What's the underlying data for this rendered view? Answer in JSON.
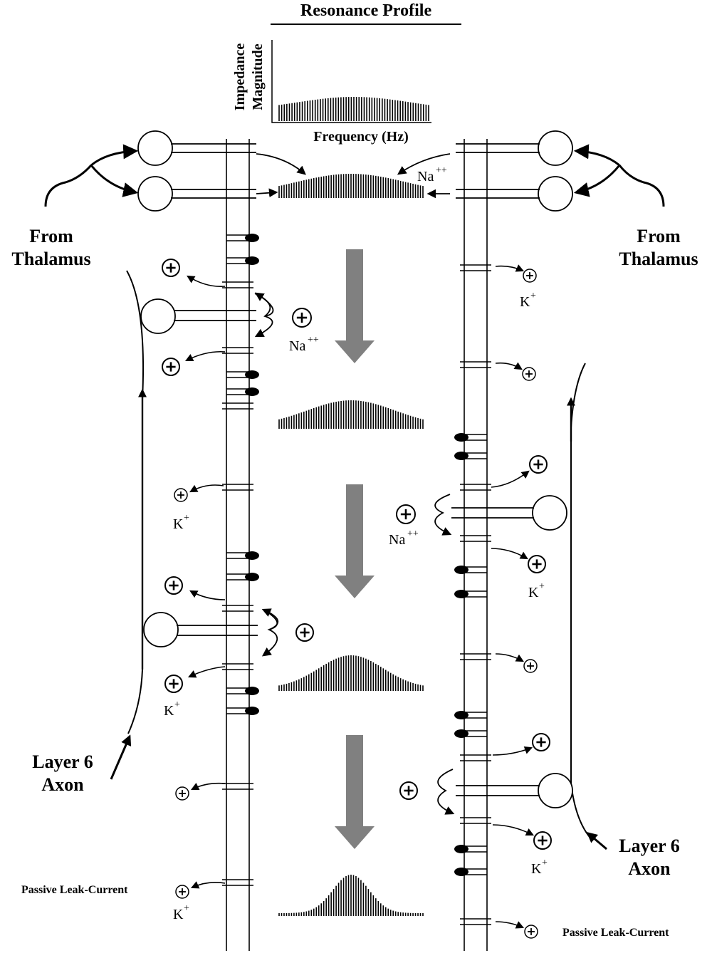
{
  "header": {
    "title": "Resonance Profile",
    "y_axis_label_line1": "Impedance",
    "y_axis_label_line2": "Magnitude",
    "x_axis_label": "Frequency (Hz)"
  },
  "left_labels": {
    "thalamus_line1": "From",
    "thalamus_line2": "Thalamus",
    "axon_line1": "Layer 6",
    "axon_line2": "Axon",
    "sodium": "Na",
    "sodium_charge": "++",
    "potassium_1": "K",
    "potassium_2": "K",
    "potassium_3": "K",
    "charge_plus": "+",
    "passive_leak": "Passive Leak-Current"
  },
  "right_labels": {
    "thalamus_line1": "From",
    "thalamus_line2": "Thalamus",
    "axon_line1": "Layer 6",
    "axon_line2": "Axon",
    "sodium_top": "Na",
    "sodium_mid": "Na",
    "sodium_charge": "++",
    "potassium_1": "K",
    "potassium_2": "K",
    "potassium_3": "K",
    "charge_plus": "+",
    "passive_leak": "Passive Leak-Current"
  },
  "resonance_profiles": [
    {
      "stage": 1,
      "sharpness": 0.2
    },
    {
      "stage": 2,
      "sharpness": 0.45
    },
    {
      "stage": 3,
      "sharpness": 0.7
    },
    {
      "stage": 4,
      "sharpness": 1.0
    }
  ],
  "colors": {
    "line": "#000000",
    "arrow_fill": "#808080"
  }
}
